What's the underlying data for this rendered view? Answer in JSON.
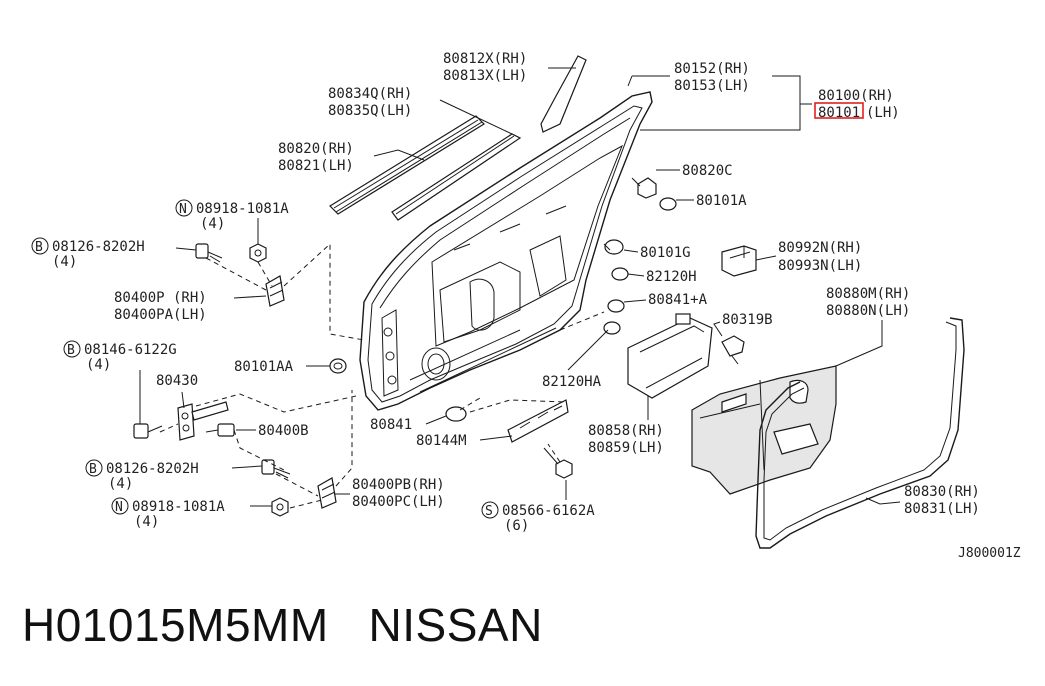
{
  "labels": {
    "p80812X": "80812X(RH)",
    "p80813X": "80813X(LH)",
    "p80834Q": "80834Q(RH)",
    "p80835Q": "80835Q(LH)",
    "p80152": "80152(RH)",
    "p80153": "80153(LH)",
    "p80100": "80100(RH)",
    "p80101": "80101",
    "p80101lh": "(LH)",
    "p80820": "80820(RH)",
    "p80821": "80821(LH)",
    "p80820C": "80820C",
    "p80101A": "80101A",
    "p08918a": "08918-1081A",
    "p08918a_qty": "(4)",
    "p08126a": "08126-8202H",
    "p08126a_qty": "(4)",
    "p80101G": "80101G",
    "p82120H": "82120H",
    "p80992N": "80992N(RH)",
    "p80993N": "80993N(LH)",
    "p80400P": "80400P (RH)",
    "p80400PA": "80400PA(LH)",
    "p80841A": "80841+A",
    "p80880M": "80880M(RH)",
    "p80880N": "80880N(LH)",
    "p08146": "08146-6122G",
    "p08146_qty": "(4)",
    "p80319B": "80319B",
    "p80101AA": "80101AA",
    "p80430": "80430",
    "p82120HA": "82120HA",
    "p80400B": "80400B",
    "p80841": "80841",
    "p80144M": "80144M",
    "p80858": "80858(RH)",
    "p80859": "80859(LH)",
    "p08126b": "08126-8202H",
    "p08126b_qty": "(4)",
    "p80400PB": "80400PB(RH)",
    "p80400PC": "80400PC(LH)",
    "p08918b": "08918-1081A",
    "p08918b_qty": "(4)",
    "p08566": "08566-6162A",
    "p08566_qty": "(6)",
    "p80830": "80830(RH)",
    "p80831": "80831(LH)",
    "ref": "J800001Z"
  },
  "symbols": {
    "n": "N",
    "b": "B",
    "s": "S"
  },
  "footer": {
    "part_number": "H01015M5MM",
    "brand": "NISSAN"
  },
  "colors": {
    "highlight": "#e02020",
    "ink": "#1a1a1a"
  }
}
